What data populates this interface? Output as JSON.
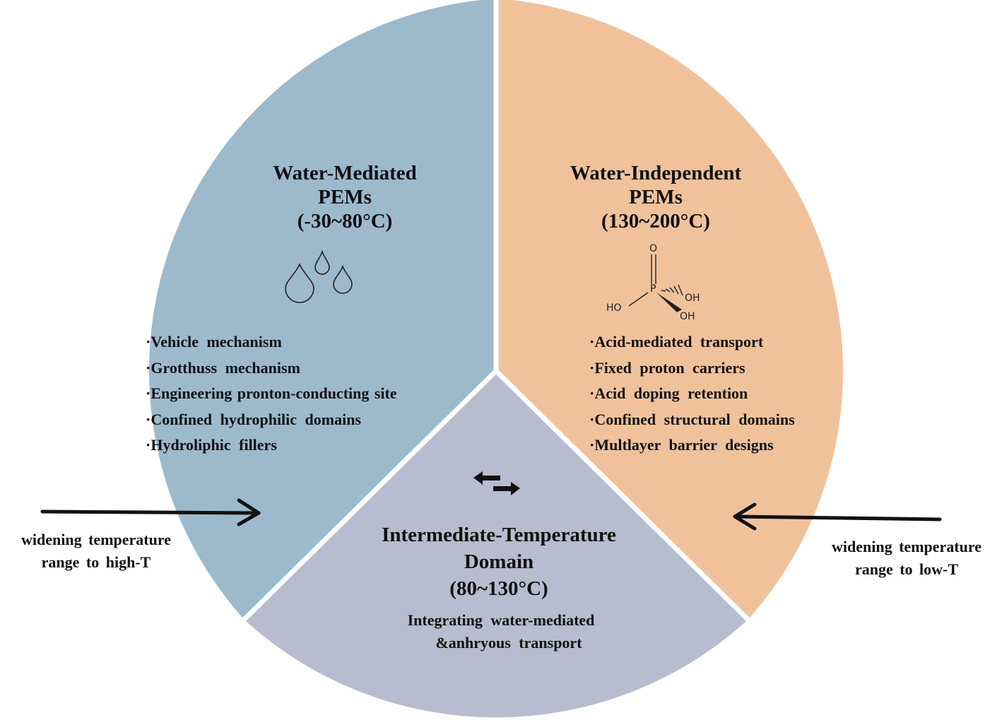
{
  "sections": {
    "water_mediated": {
      "title_line1": "Water-Mediated",
      "title_line2": "PEMs",
      "temp": "(-30~80°C)",
      "color": "#9dbacd",
      "icon": "water-drops-icon",
      "bullets": [
        "·Vehicle mechanism",
        "·Grotthuss mechanism",
        "·Engineering pronton-conducting site",
        "·Confined hydrophilic domains",
        "·Hydroliphic fillers"
      ]
    },
    "water_independent": {
      "title_line1": "Water-Independent",
      "title_line2": "PEMs",
      "temp": "(130~200°C)",
      "color": "#f0c29c",
      "icon": "phosphoric-acid-structure-icon",
      "structure": {
        "o": "O",
        "p": "P",
        "ho": "HO",
        "oh_right": "OH",
        "oh_bottom": "OH"
      },
      "bullets": [
        "·Acid-mediated transport",
        "·Fixed proton carriers",
        "·Acid doping retention",
        "·Confined structural domains",
        "·Multlayer barrier designs"
      ]
    },
    "intermediate": {
      "title_line1": "Intermediate-Temperature",
      "title_line2": "Domain",
      "temp": "(80~130°C)",
      "desc_line1": "Integrating water-mediated",
      "desc_line2": "&anhryous transport",
      "color": "#b7bccf",
      "icon": "exchange-arrows-icon"
    }
  },
  "side_notes": {
    "left_line1": "widening temperature",
    "left_line2": "range to high-T",
    "right_line1": "widening temperature",
    "right_line2": "range to low-T"
  }
}
